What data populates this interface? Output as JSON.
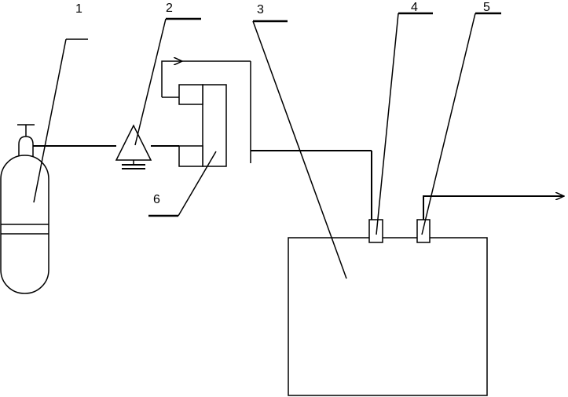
{
  "diagram": {
    "labels": {
      "l1": "1",
      "l2": "2",
      "l3": "3",
      "l4": "4",
      "l5": "5",
      "l6": "6"
    }
  }
}
